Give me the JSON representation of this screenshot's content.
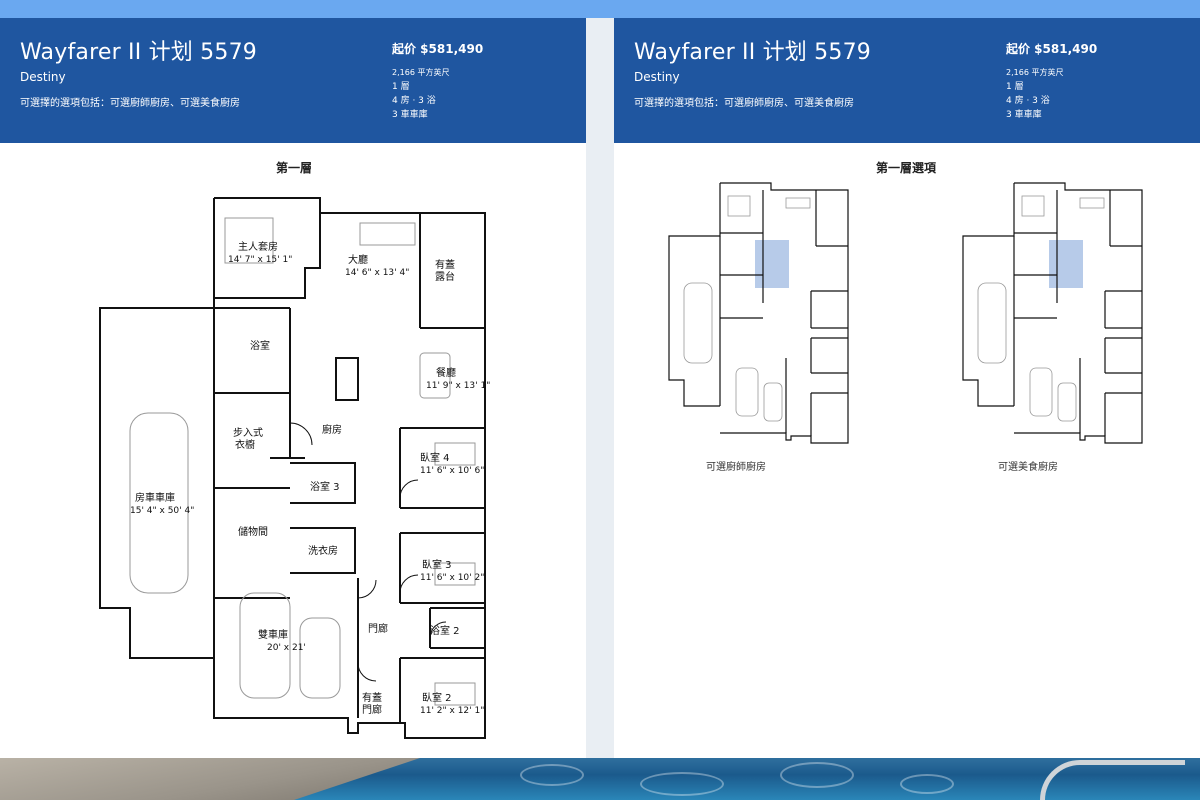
{
  "plan_name": "Wayfarer II 计划 5579",
  "community": "Destiny",
  "options_text": "可選擇的選項包括：可選廚師廚房、可選美食廚房",
  "price": "起价 $581,490",
  "specs": {
    "sqft": "2,166 平方英尺",
    "floors": "1 層",
    "bed_bath": "4 房 · 3 浴",
    "garage": "3 車車庫"
  },
  "left_section_title": "第一層",
  "right_section_title": "第一層選項",
  "rooms": {
    "master": "主人套房",
    "master_dim": "14' 7\" x 15' 1\"",
    "great_room": "大廳",
    "great_room_dim": "14' 6\" x 13' 4\"",
    "covered_patio_1": "有蓋",
    "covered_patio_2": "露台",
    "bath": "浴室",
    "dining": "餐廳",
    "dining_dim": "11' 9\" x 13' 1\"",
    "walkin_1": "步入式",
    "walkin_2": "衣櫥",
    "kitchen": "廚房",
    "bedroom4": "臥室 4",
    "bedroom4_dim": "11' 6\" x 10' 6\"",
    "rv_garage": "房車車庫",
    "rv_garage_dim": "15' 4\" x 50' 4\"",
    "bath3": "浴室 3",
    "storage": "儲物間",
    "laundry": "洗衣房",
    "bedroom3": "臥室 3",
    "bedroom3_dim": "11' 6\" x 10' 2\"",
    "double_garage": "雙車庫",
    "double_garage_dim": "20' x 21'",
    "foyer": "門廊",
    "bath2": "浴室 2",
    "covered_entry_1": "有蓋",
    "covered_entry_2": "門廊",
    "bedroom2": "臥室 2",
    "bedroom2_dim": "11' 2\" x 12' 1\""
  },
  "options": {
    "chef_kitchen": "可選廚師廚房",
    "gourmet_kitchen": "可選美食廚房"
  },
  "colors": {
    "header_bg": "#1f56a0",
    "option_highlight": "#b7cbe9",
    "top_strip": "#6aa8f0"
  }
}
